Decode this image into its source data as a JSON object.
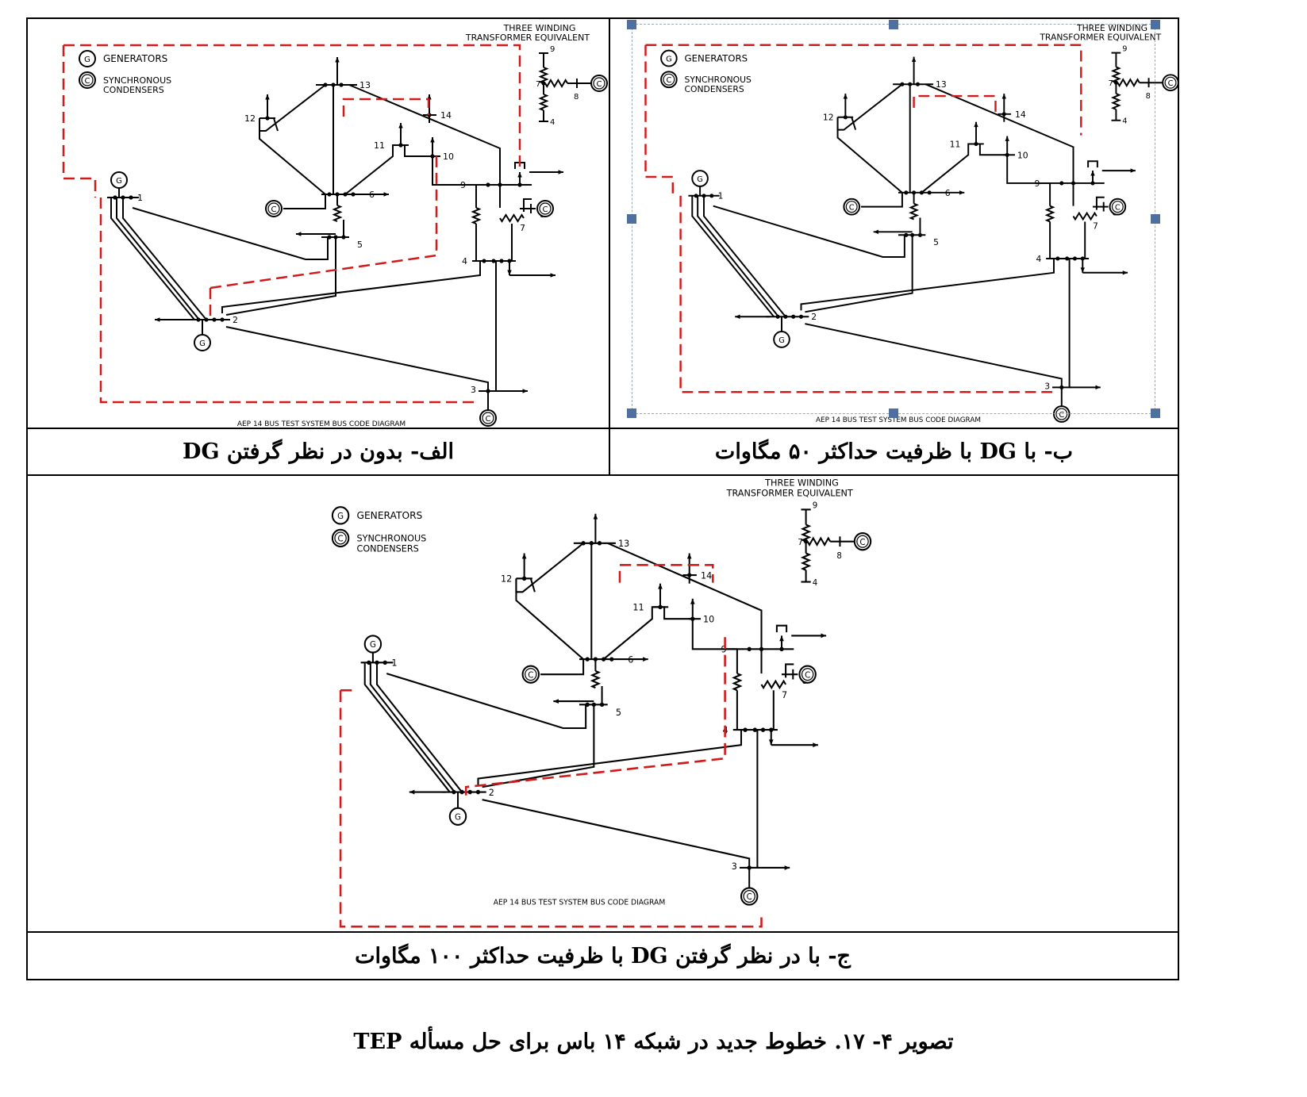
{
  "colors": {
    "line": "#000000",
    "new_line": "#d11a1a",
    "selection": "#4f6fa0"
  },
  "diagram": {
    "legend": {
      "generators_symbol": "G",
      "generators": "GENERATORS",
      "condensers_symbol": "C",
      "condensers_line1": "SYNCHRONOUS",
      "condensers_line2": "CONDENSERS"
    },
    "transformer_title_line1": "THREE   WINDING",
    "transformer_title_line2": "TRANSFORMER   EQUIVALENT",
    "bus_labels": {
      "b1": "1",
      "b2": "2",
      "b3": "3",
      "b4": "4",
      "b5": "5",
      "b6": "6",
      "b7": "7",
      "b8": "8",
      "b9": "9",
      "b10": "10",
      "b11": "11",
      "b12": "12",
      "b13": "13",
      "b14": "14",
      "t9": "9",
      "t7": "7",
      "t8": "8",
      "t4": "4"
    },
    "footer": "AEP 14 BUS TEST SYSTEM BUS CODE DIAGRAM",
    "gen_symbol": "G",
    "cond_symbol": "C"
  },
  "panels": {
    "a": {
      "caption": "الف- بدون در نظر گرفتن DG"
    },
    "b": {
      "caption": "ب- با DG با ظرفیت حداکثر ۵۰ مگاوات"
    },
    "c": {
      "caption": "ج- با در نظر گرفتن DG با ظرفیت حداکثر ۱۰۰ مگاوات"
    }
  },
  "figure_caption": "تصویر ۴- ۱۷. خطوط جدید در شبکه ۱۴ باس برای حل مسأله TEP"
}
